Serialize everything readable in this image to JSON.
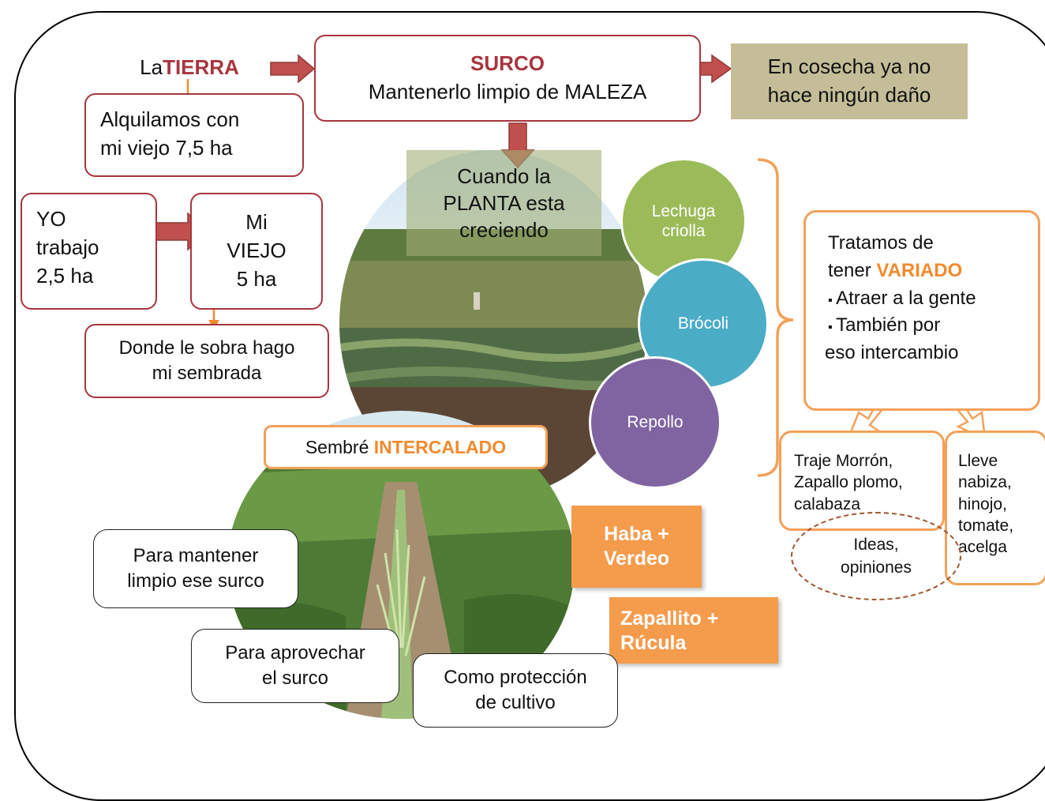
{
  "tierra": {
    "prefix": "La ",
    "keyword": "TIERRA"
  },
  "surco": {
    "title": "SURCO",
    "subtitle": "Mantenerlo limpio de MALEZA"
  },
  "cosecha": {
    "line1": "En cosecha ya no",
    "line2": "hace ningún daño"
  },
  "alquilamos": {
    "line1": "Alquilamos con",
    "line2": "mi viejo 7,5 ha"
  },
  "yo": {
    "line1": "YO",
    "line2": "trabajo",
    "line3": "2,5 ha"
  },
  "viejo": {
    "line1": "Mi",
    "line2": "VIEJO",
    "line3": "5 ha"
  },
  "sobra": {
    "line1": "Donde le sobra hago",
    "line2": "mi sembrada"
  },
  "planta": {
    "line1": "Cuando la",
    "line2": "PLANTA esta",
    "line3": "creciendo"
  },
  "crops": [
    {
      "label1": "Lechuga",
      "label2": "criolla",
      "color": "#9bbb59"
    },
    {
      "label1": "Brócoli",
      "label2": "",
      "color": "#4bacc6"
    },
    {
      "label1": "Repollo",
      "label2": "",
      "color": "#8064a2"
    }
  ],
  "variado": {
    "line1": "Tratamos de",
    "line2_prefix": "tener ",
    "keyword": "VARIADO",
    "bullet1": "Atraer a la gente",
    "bullet2a": "También por",
    "bullet2b": "eso intercambio"
  },
  "traje": {
    "line1": "Traje Morrón,",
    "line2": "Zapallo plomo,",
    "line3": "calabaza"
  },
  "lleve": {
    "line1": "Lleve",
    "line2": "nabiza,",
    "line3": "hinojo,",
    "line4": "tomate,",
    "line5": "acelga"
  },
  "ideas": {
    "line1": "Ideas,",
    "line2": "opiniones"
  },
  "intercalado": {
    "prefix": "Sembré ",
    "keyword": "INTERCALADO"
  },
  "haba": {
    "line1": "Haba +",
    "line2": "Verdeo"
  },
  "zapallito": {
    "line1": "Zapallito +",
    "line2": "Rúcula"
  },
  "mantener": {
    "line1": "Para mantener",
    "line2": "limpio ese surco"
  },
  "aprovechar": {
    "line1": "Para aprovechar",
    "line2": "el surco"
  },
  "proteccion": {
    "line1": "Como protección",
    "line2": "de cultivo"
  },
  "colors": {
    "arrow": "#c0504d",
    "orange_accent": "#f59b4c",
    "khaki": "#c4bd97",
    "box_border": "#a8353d"
  }
}
